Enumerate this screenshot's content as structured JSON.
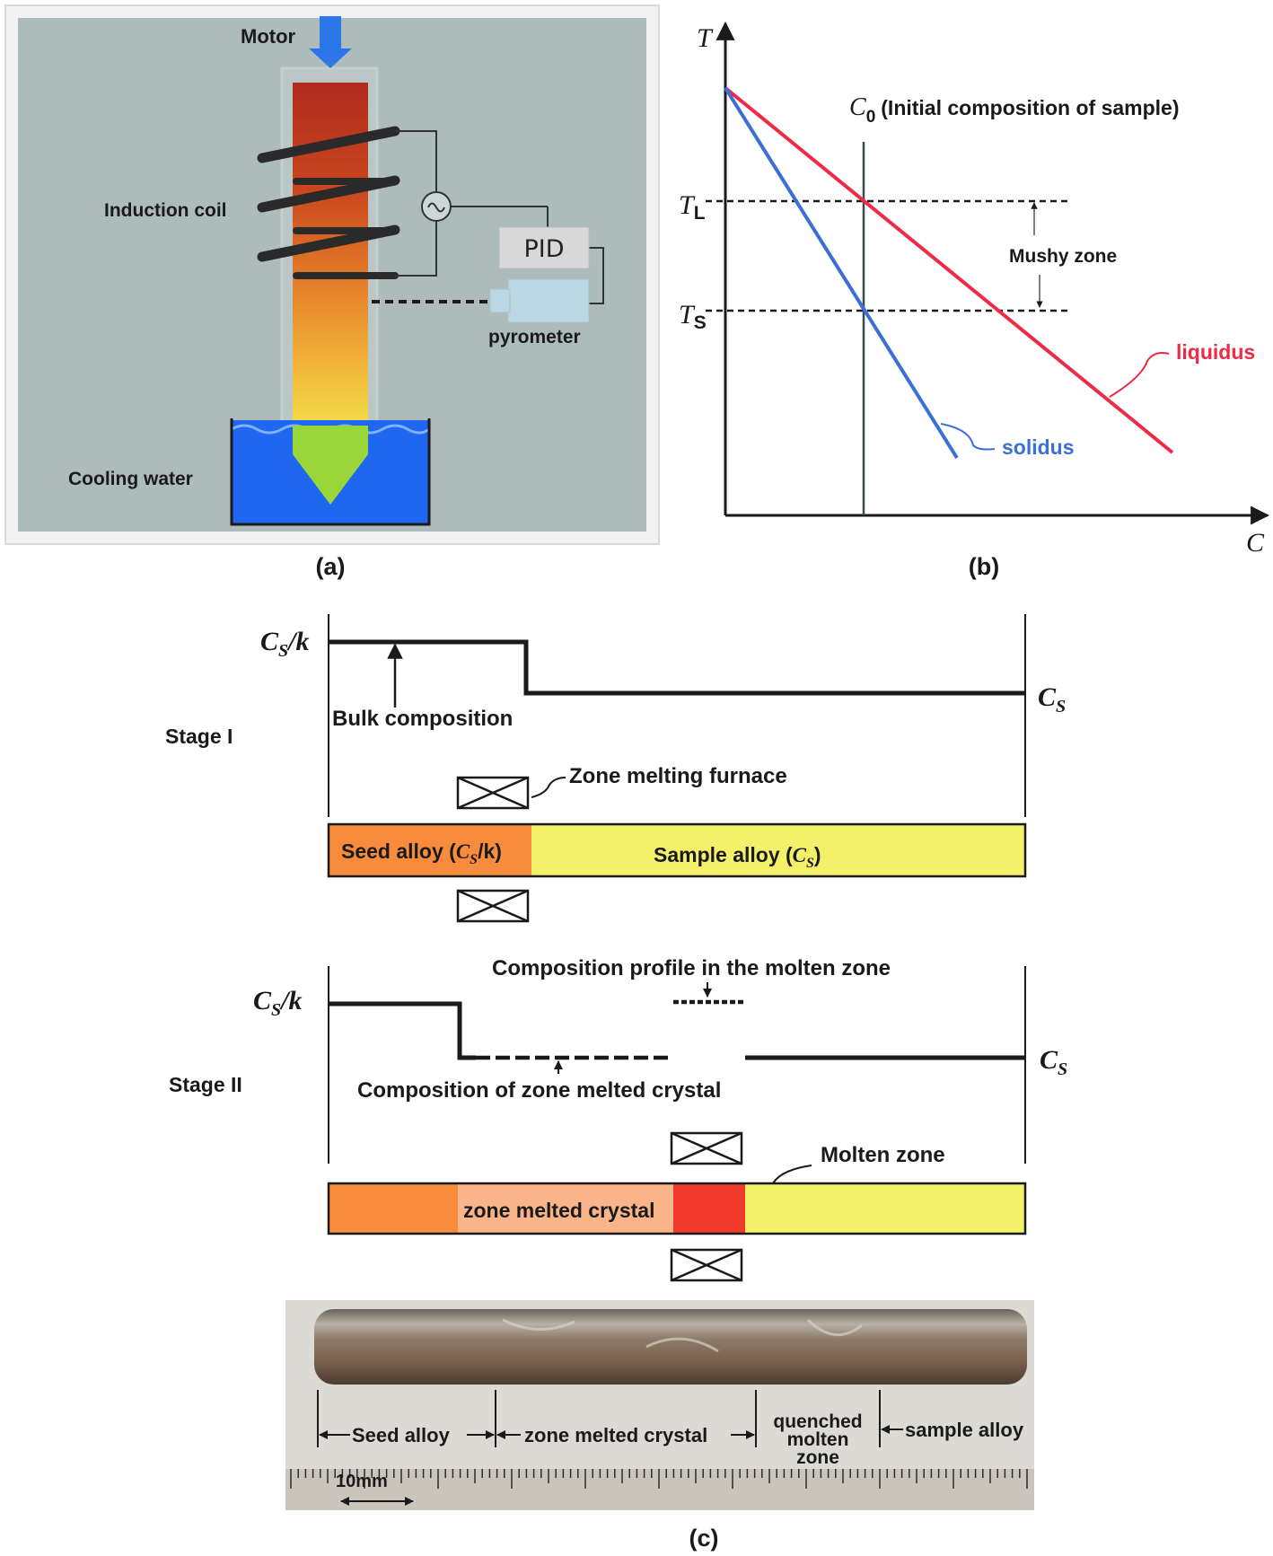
{
  "panel_a": {
    "motor": "Motor",
    "induction_coil": "Induction coil",
    "pid": "PID",
    "pyrometer": "pyrometer",
    "cooling_water": "Cooling water",
    "caption": "(a)"
  },
  "panel_b": {
    "axis_t": "T",
    "axis_c": "C",
    "c0_label": "C",
    "c0_sub": "0",
    "c0_text": "(Initial composition of sample)",
    "tl_label": "T",
    "tl_sub": "L",
    "ts_label": "T",
    "ts_sub": "S",
    "mushy_zone": "Mushy zone",
    "liquidus": "liquidus",
    "solidus": "solidus",
    "caption": "(b)",
    "colors": {
      "liquidus": "#ee2a46",
      "solidus": "#3b6fd6"
    }
  },
  "stage1": {
    "stage_label": "Stage I",
    "cs_over_k_c": "C",
    "cs_over_k_s": "S",
    "cs_over_k_tail": "/k",
    "cs_c": "C",
    "cs_s": "S",
    "bulk_composition": "Bulk composition",
    "zone_melting_furnace": "Zone melting furnace",
    "seed_alloy": "Seed alloy (",
    "seed_alloy_tail": "/k)",
    "sample_alloy": "Sample alloy (",
    "sample_alloy_tail": ")",
    "colors": {
      "seed": "#f98c3c",
      "sample": "#f4f06a"
    }
  },
  "stage2": {
    "stage_label": "Stage II",
    "cs_over_k_c": "C",
    "cs_over_k_s": "S",
    "cs_over_k_tail": "/k",
    "cs_c": "C",
    "cs_s": "S",
    "profile_molten": "Composition profile in the molten zone",
    "composition_crystal": "Composition of zone melted crystal",
    "molten_zone": "Molten zone",
    "zone_melted_crystal": "zone melted crystal",
    "colors": {
      "seed": "#f98c3c",
      "crystal": "#f9b48a",
      "molten": "#f23a2c",
      "sample": "#f4f06a"
    }
  },
  "photo": {
    "seed_alloy": "Seed alloy",
    "zone_melted_crystal": "zone melted crystal",
    "quenched": "quenched",
    "molten": "molten",
    "zone": "zone",
    "sample_alloy": "sample alloy",
    "scale": "10mm",
    "caption": "(c)"
  }
}
